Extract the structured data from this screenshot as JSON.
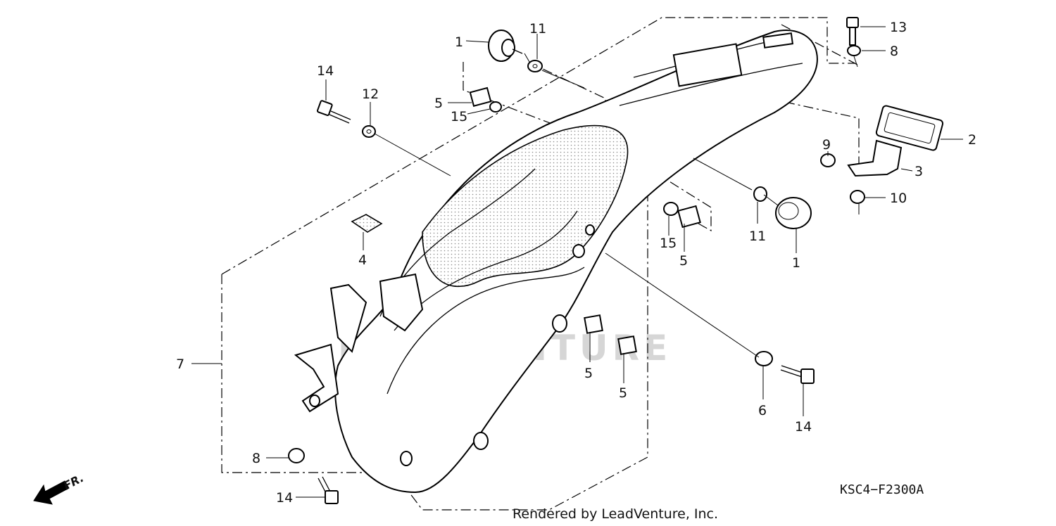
{
  "diagram": {
    "diagram_code": "KSC4−F2300A",
    "credit": "Rendered by LeadVenture, Inc.",
    "direction_label": "FR.",
    "watermark": "LEADVENTURE",
    "callouts": [
      {
        "id": "c1a",
        "label": "1"
      },
      {
        "id": "c11a",
        "label": "11"
      },
      {
        "id": "c13",
        "label": "13"
      },
      {
        "id": "c8a",
        "label": "8"
      },
      {
        "id": "c14a",
        "label": "14"
      },
      {
        "id": "c12",
        "label": "12"
      },
      {
        "id": "c5a",
        "label": "5"
      },
      {
        "id": "c15a",
        "label": "15"
      },
      {
        "id": "c2",
        "label": "2"
      },
      {
        "id": "c9",
        "label": "9"
      },
      {
        "id": "c3",
        "label": "3"
      },
      {
        "id": "c10",
        "label": "10"
      },
      {
        "id": "c4",
        "label": "4"
      },
      {
        "id": "c11b",
        "label": "11"
      },
      {
        "id": "c1b",
        "label": "1"
      },
      {
        "id": "c15b",
        "label": "15"
      },
      {
        "id": "c5b",
        "label": "5"
      },
      {
        "id": "c7",
        "label": "7"
      },
      {
        "id": "c5c",
        "label": "5"
      },
      {
        "id": "c5d",
        "label": "5"
      },
      {
        "id": "c6",
        "label": "6"
      },
      {
        "id": "c14b",
        "label": "14"
      },
      {
        "id": "c8b",
        "label": "8"
      },
      {
        "id": "c14c",
        "label": "14"
      }
    ]
  }
}
